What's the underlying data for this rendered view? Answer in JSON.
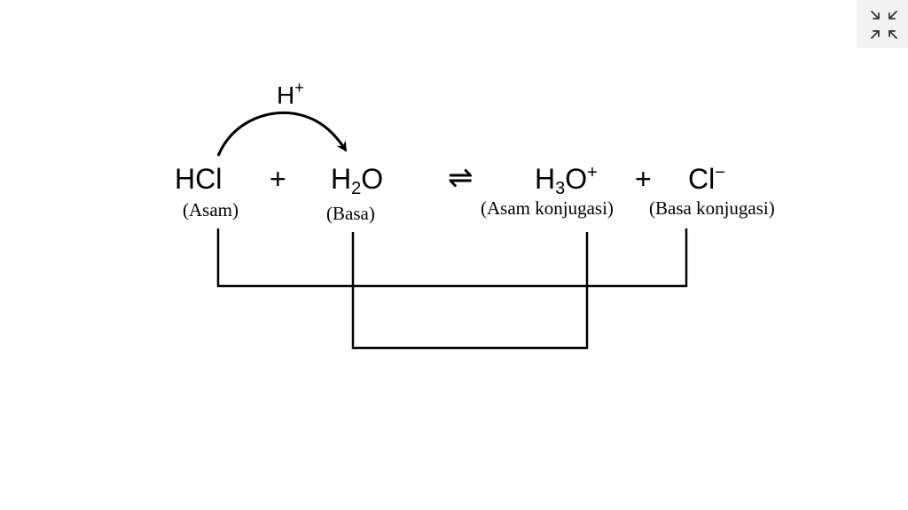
{
  "equation": {
    "reactant_1": "HCl",
    "plus_1": "+",
    "reactant_2": {
      "base": "H",
      "sub": "2",
      "tail": "O"
    },
    "equilibrium_arrow": "⇌",
    "product_1": {
      "base": "H",
      "sub": "3",
      "tail": "O",
      "charge": "+"
    },
    "plus_2": "+",
    "product_2": {
      "base": "Cl",
      "charge": "−"
    }
  },
  "proton_transfer": {
    "symbol": "H",
    "charge": "+"
  },
  "labels": {
    "reactant_1": "(Asam)",
    "reactant_2": "(Basa)",
    "product_1": "(Asam konjugasi)",
    "product_2": "(Basa konjugasi)"
  },
  "controls": {
    "fullscreen_icon": "collapse-fullscreen-icon"
  }
}
